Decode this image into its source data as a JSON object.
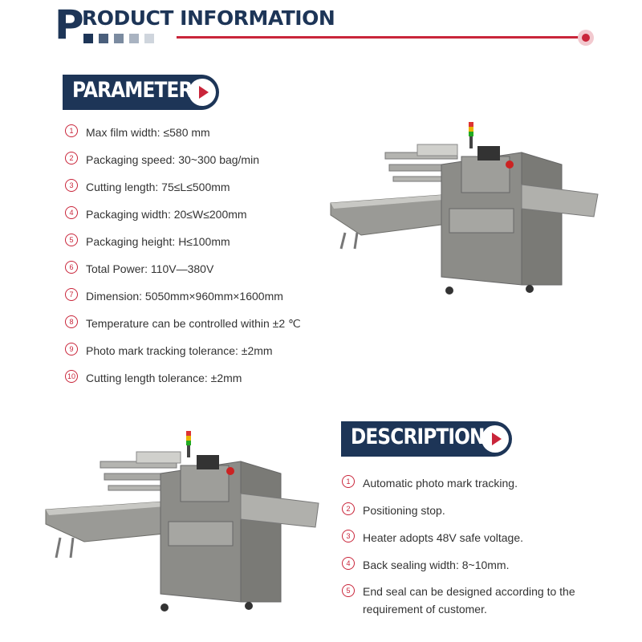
{
  "header": {
    "big_letter": "P",
    "title": "RODUCT INFORMATION",
    "accent_color": "#c9253a",
    "brand_color": "#1d3557"
  },
  "parameter": {
    "title": "PARAMETER",
    "items": [
      {
        "num": "1",
        "text": "Max film width: ≤580 mm"
      },
      {
        "num": "2",
        "text": "Packaging speed: 30~300 bag/min"
      },
      {
        "num": "3",
        "text": "Cutting length: 75≤L≤500mm"
      },
      {
        "num": "4",
        "text": "Packaging width: 20≤W≤200mm"
      },
      {
        "num": "5",
        "text": "Packaging height: H≤100mm"
      },
      {
        "num": "6",
        "text": "Total Power: 110V—380V"
      },
      {
        "num": "7",
        "text": "Dimension: 5050mm×960mm×1600mm"
      },
      {
        "num": "8",
        "text": "Temperature can be controlled within ±2 ℃"
      },
      {
        "num": "9",
        "text": "Photo mark tracking tolerance: ±2mm"
      },
      {
        "num": "10",
        "text": "Cutting length tolerance:  ±2mm"
      }
    ]
  },
  "description": {
    "title": "DESCRIPTION",
    "items": [
      {
        "num": "1",
        "text": "Automatic photo mark tracking."
      },
      {
        "num": "2",
        "text": "Positioning stop."
      },
      {
        "num": "3",
        "text": "Heater adopts 48V safe voltage."
      },
      {
        "num": "4",
        "text": "Back sealing width: 8~10mm."
      },
      {
        "num": "5",
        "text": "End seal can be designed according to the requirement of customer."
      }
    ]
  },
  "images": [
    {
      "name": "packaging-machine-photo-top"
    },
    {
      "name": "packaging-machine-photo-bottom"
    }
  ]
}
